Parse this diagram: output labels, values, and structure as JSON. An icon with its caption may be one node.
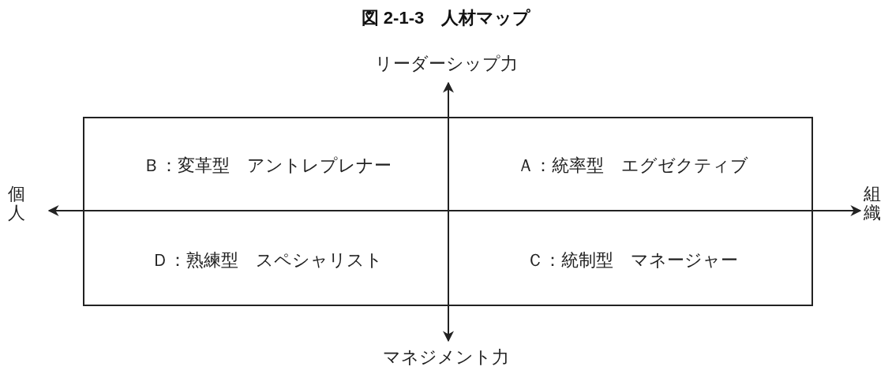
{
  "diagram": {
    "title": "図 2-1-3　人材マップ",
    "nodes": [
      {
        "text": [],
        "shape": "box"
      },
      {
        "text": [
          "Ｂ：変革型　アントレプレナー"
        ],
        "in": 0
      },
      {
        "text": [
          "Ａ：統率型　エグゼクティブ"
        ],
        "in": 0
      },
      {
        "text": [
          "Ｄ：熟練型　スペシャリスト"
        ],
        "in": 0
      },
      {
        "text": [
          "Ｃ：統制型　マネージャー"
        ],
        "in": 0
      }
    ],
    "labels": [
      "リーダーシップ力",
      "個人",
      "組織",
      "マネジメント力"
    ]
  }
}
